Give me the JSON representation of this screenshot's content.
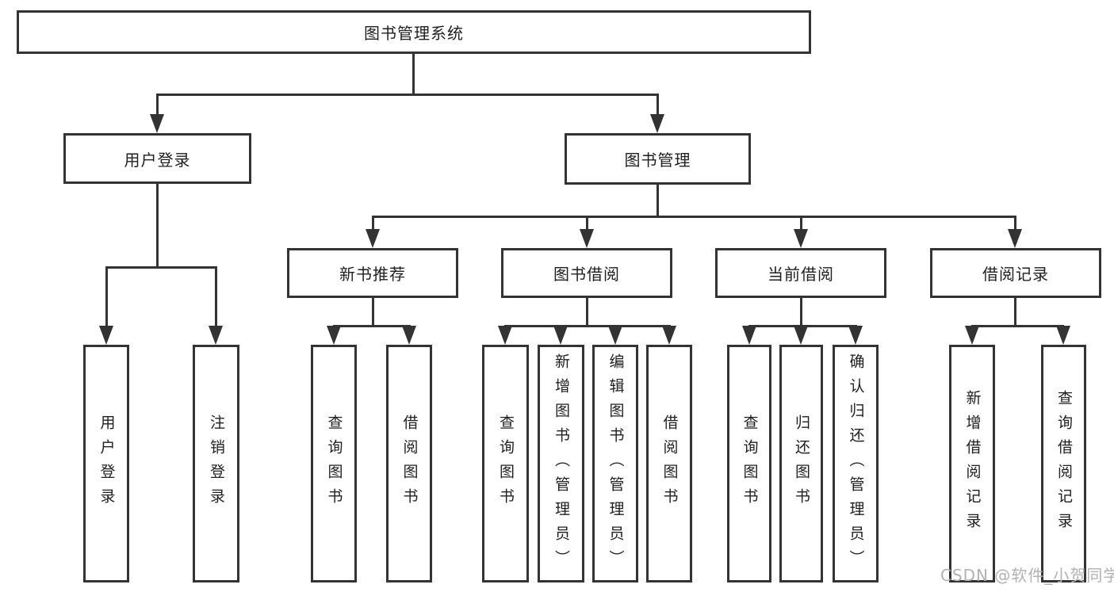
{
  "diagram": {
    "root": {
      "label": "图书管理系统"
    },
    "level2": [
      {
        "label": "用户登录"
      },
      {
        "label": "图书管理"
      }
    ],
    "level3": [
      {
        "label": "新书推荐"
      },
      {
        "label": "图书借阅"
      },
      {
        "label": "当前借阅"
      },
      {
        "label": "借阅记录"
      }
    ],
    "leaves": {
      "user": [
        "用户登录",
        "注销登录"
      ],
      "recommend": [
        "查询图书",
        "借阅图书"
      ],
      "borrow": [
        "查询图书",
        "新增图书（管理员）",
        "编辑图书（管理员）",
        "借阅图书"
      ],
      "current": [
        "查询图书",
        "归还图书",
        "确认归还（管理员）"
      ],
      "records": [
        "新增借阅记录",
        "查询借阅记录"
      ]
    },
    "watermark": "CSDN @软件_小贺同学",
    "colors": {
      "line": "#333333",
      "text": "#1f1f1f",
      "watermark": "#b2b2b2",
      "background": "#ffffff"
    }
  }
}
